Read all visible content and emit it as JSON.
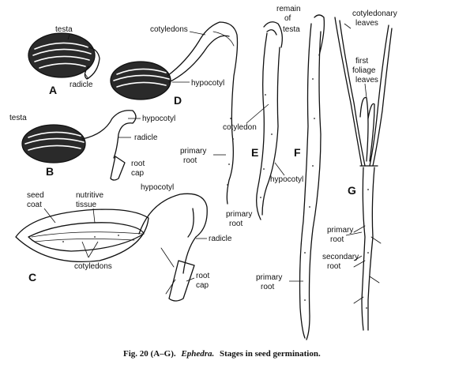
{
  "figure": {
    "caption": {
      "prefix": "Fig. 20 (A–G).",
      "genus": "Ephedra.",
      "text": "Stages in seed germination."
    },
    "stages": [
      "A",
      "B",
      "C",
      "D",
      "E",
      "F",
      "G"
    ],
    "labels": {
      "a_testa": "testa",
      "a_radicle": "radicle",
      "b_testa": "testa",
      "b_hypocotyl": "hypocotyl",
      "b_radicle": "radicle",
      "b_root": "root",
      "b_cap": "cap",
      "c_seed": "seed",
      "c_coat": "coat",
      "c_nutritive": "nutritive",
      "c_tissue": "tissue",
      "c_cotyledons": "cotyledons",
      "c_hypocotyl": "hypocotyl",
      "c_radicle": "radicle",
      "c_root": "root",
      "c_cap": "cap",
      "d_cotyledons": "cotyledons",
      "d_hypocotyl": "hypocotyl",
      "d_primary": "primary",
      "d_root": "root",
      "e_remain": "remain",
      "e_of": "of",
      "e_testa": "testa",
      "e_cotyledon": "cotyledon",
      "e_hypocotyl": "hypocotyl",
      "e_primary": "primary",
      "e_root": "root",
      "f_primary": "primary",
      "f_root": "root",
      "g_cotyledonary": "cotyledonary",
      "g_leaves": "leaves",
      "g_first": "first",
      "g_foliage": "foliage",
      "g_foliage_leaves": "leaves",
      "g_primary": "primary",
      "g_root": "root",
      "g_secondary": "secondary",
      "g_secondary_root": "root"
    }
  }
}
